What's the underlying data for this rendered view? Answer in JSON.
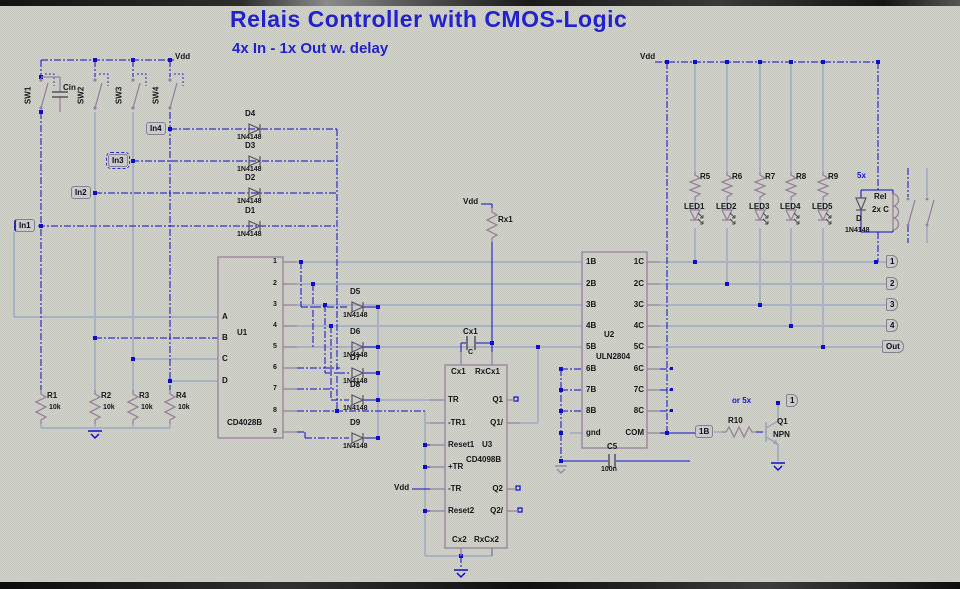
{
  "header": {
    "title": "Relais Controller with CMOS-Logic",
    "subtitle": "4x In - 1x Out w. delay"
  },
  "colors": {
    "background": "#cfc8cc",
    "wire_blue": "#0d0dcc",
    "wire_gray": "#a9b2c4",
    "component_stroke": "#97809c",
    "title_blue": "#2121cd",
    "label_text": "#16161a"
  },
  "power_label": "Vdd",
  "switches": [
    "SW1",
    "SW2",
    "SW3",
    "SW4"
  ],
  "cin": "Cin",
  "tags": {
    "in1": "In1",
    "in2": "In2",
    "in3": "In3",
    "in4": "In4",
    "o1": "1",
    "o2": "2",
    "o3": "3",
    "o4": "4",
    "out": "Out",
    "q_net": "1",
    "base": "1B"
  },
  "d_in": {
    "refs": [
      "D1",
      "D2",
      "D3",
      "D4"
    ],
    "value": "1N4148"
  },
  "d_mid": {
    "refs": [
      "D5",
      "D6",
      "D7",
      "D8",
      "D9"
    ],
    "value": "1N4148"
  },
  "u1": {
    "ref": "U1",
    "part": "CD4028B",
    "inputs": [
      "A",
      "B",
      "C",
      "D"
    ],
    "outputs": [
      "1",
      "2",
      "3",
      "4",
      "5",
      "6",
      "7",
      "8",
      "9"
    ]
  },
  "u2": {
    "ref": "U2",
    "part": "ULN2804",
    "left": [
      "1B",
      "2B",
      "3B",
      "4B",
      "5B",
      "6B",
      "7B",
      "8B",
      "gnd"
    ],
    "right": [
      "1C",
      "2C",
      "3C",
      "4C",
      "5C",
      "6C",
      "7C",
      "8C",
      "COM"
    ]
  },
  "u3": {
    "ref": "U3",
    "part": "CD4098B",
    "top": [
      "Cx1",
      "RxCx1"
    ],
    "bottom": [
      "Cx2",
      "RxCx2"
    ],
    "left": [
      "TR",
      "-TR1",
      "Reset1",
      "+TR",
      "-TR",
      "Reset2"
    ],
    "right": [
      "Q1",
      "Q1/",
      "Q2",
      "Q2/"
    ]
  },
  "rx1": "Rx1",
  "cx1": {
    "ref": "Cx1",
    "value": "C"
  },
  "c5": {
    "ref": "C5",
    "value": "100n"
  },
  "pulldowns": {
    "refs": [
      "R1",
      "R2",
      "R3",
      "R4"
    ],
    "value": "10k"
  },
  "led_res": [
    "R5",
    "R6",
    "R7",
    "R8",
    "R9"
  ],
  "leds": [
    "LED1",
    "LED2",
    "LED3",
    "LED4",
    "LED5"
  ],
  "relay": {
    "ref": "Rel",
    "mult": "5x",
    "contacts": "2x C",
    "diode_ref": "D",
    "diode_value": "1N4148"
  },
  "driver": {
    "alt": "or 5x",
    "r": "R10",
    "q": "Q1",
    "type": "NPN"
  }
}
